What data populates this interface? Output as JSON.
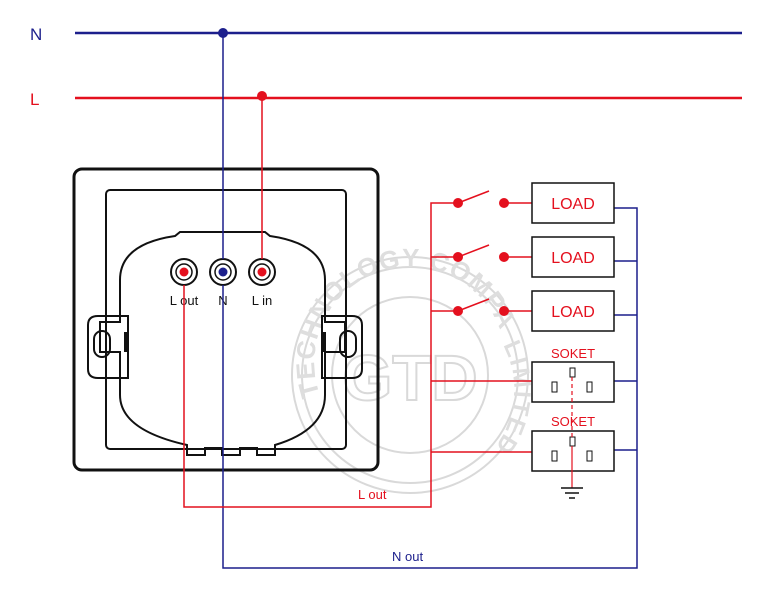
{
  "lines": {
    "neutral": "N",
    "live": "L"
  },
  "switch_terminals": {
    "l_out": "L out",
    "n": "N",
    "l_in": "L in"
  },
  "loads": [
    "LOAD",
    "LOAD",
    "LOAD"
  ],
  "sockets": [
    "SOKET",
    "SOKET"
  ],
  "wires": {
    "l_out": "L out",
    "n_out": "N out"
  },
  "watermark": {
    "top_text": "TECHNOLOGY COMPANY",
    "right_text": "LIMITED",
    "monogram": "GTD"
  },
  "colors": {
    "neutral": "#1c1f8c",
    "live": "#e4101e",
    "frame": "#111111",
    "watermark": "#d6d6d6"
  }
}
